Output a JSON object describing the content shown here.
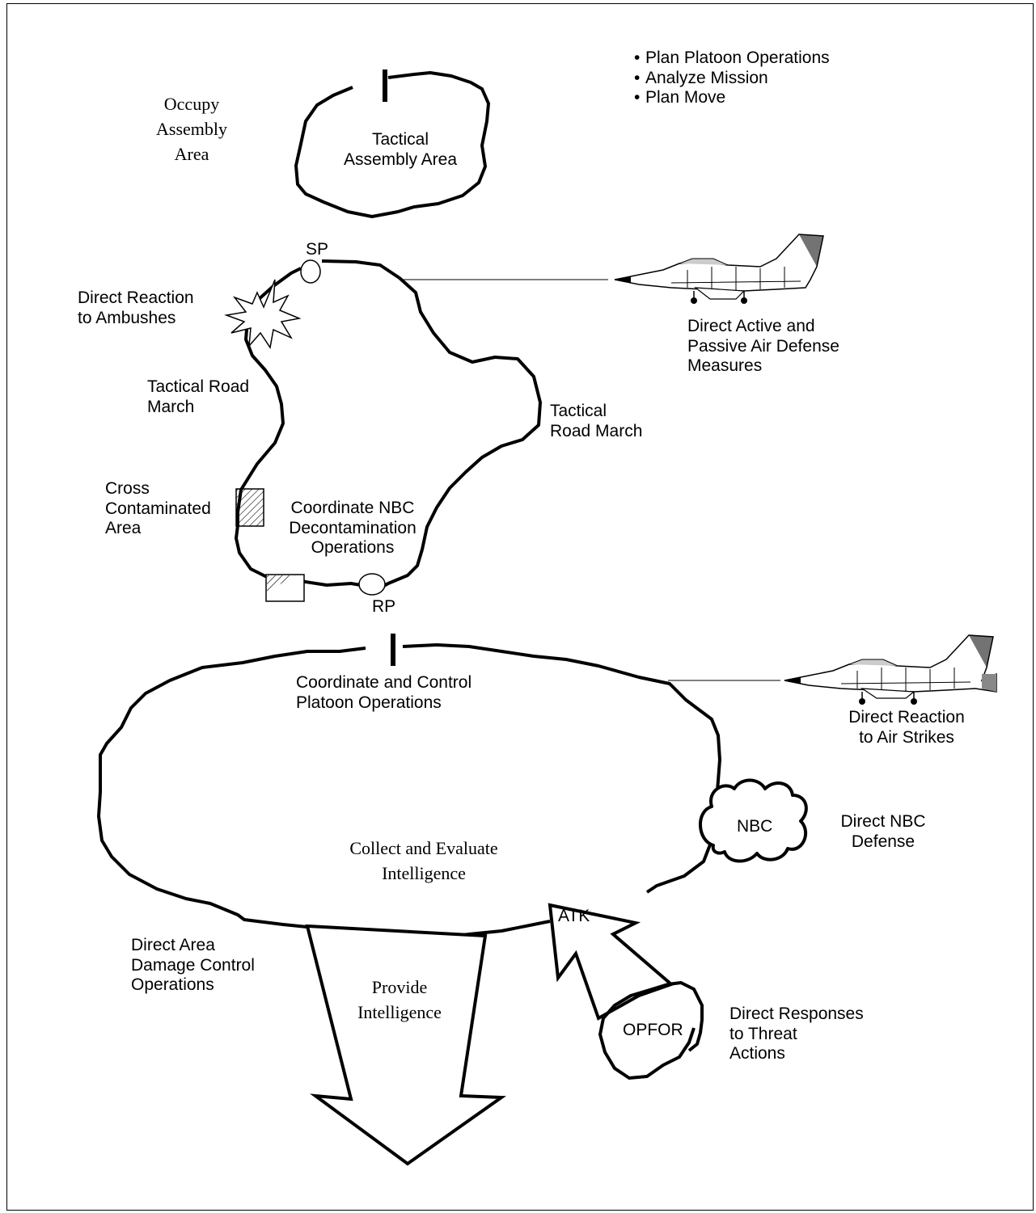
{
  "labels": {
    "occupy_assembly_area": "Occupy\nAssembly\nArea",
    "tactical_assembly_area": "Tactical\nAssembly Area",
    "sp": "SP",
    "rp": "RP",
    "direct_reaction_ambushes": "Direct Reaction\nto Ambushes",
    "tactical_road_march_left": "Tactical Road\nMarch",
    "tactical_road_march_right": "Tactical\nRoad March",
    "cross_contaminated_area": "Cross\nContaminated\nArea",
    "coordinate_nbc_decon": "Coordinate NBC\nDecontamination\nOperations",
    "direct_air_defense": "Direct Active and\nPassive Air Defense\nMeasures",
    "coordinate_control_platoon": "Coordinate and Control\nPlatoon  Operations",
    "direct_reaction_air_strikes": "Direct Reaction\nto Air Strikes",
    "nbc": "NBC",
    "direct_nbc_defense": "Direct NBC\nDefense",
    "collect_evaluate_intel": "Collect and Evaluate\nIntelligence",
    "atk": "ATK",
    "direct_area_damage_control": "Direct Area\nDamage Control\nOperations",
    "provide_intelligence": "Provide\nIntelligence",
    "opfor": "OPFOR",
    "direct_responses_threat": "Direct Responses\nto Threat\nActions"
  },
  "bullets": [
    "Plan Platoon Operations",
    "Analyze Mission",
    "Plan Move"
  ],
  "icons": {
    "aircraft": "fighter-jet-icon",
    "explosion": "ambush-burst-icon"
  }
}
